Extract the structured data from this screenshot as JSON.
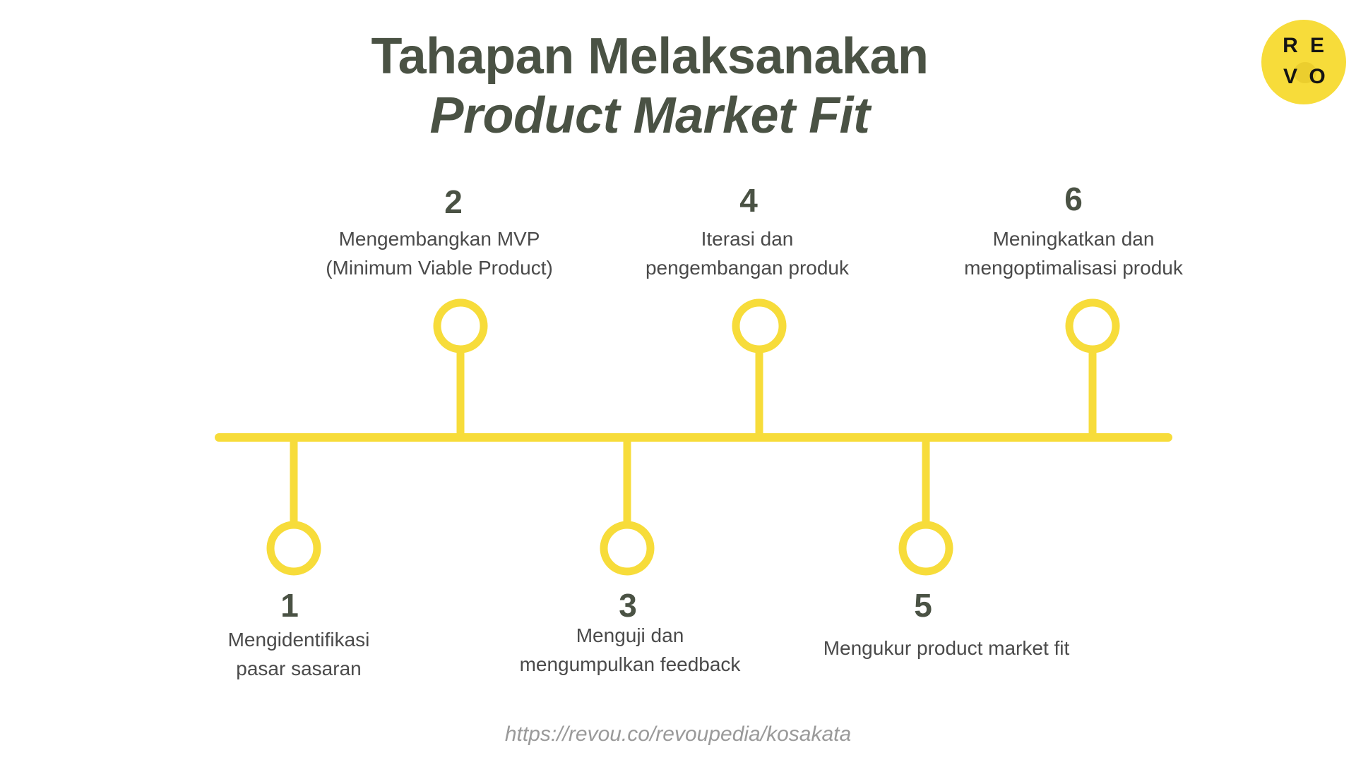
{
  "title": {
    "line1": "Tahapan Melaksanakan",
    "line2": "Product Market Fit"
  },
  "logo": {
    "letters": [
      "R",
      "E",
      "V",
      "O"
    ],
    "color": "#f7dc3a"
  },
  "colors": {
    "accent": "#f7dc3a",
    "heading": "#4a5244",
    "body_text": "#4a4a4a",
    "url_text": "#9a9a9a"
  },
  "steps": [
    {
      "number": "1",
      "text": "Mengidentifikasi\npasar sasaran",
      "position": "below"
    },
    {
      "number": "2",
      "text": "Mengembangkan MVP\n(Minimum Viable Product)",
      "position": "above"
    },
    {
      "number": "3",
      "text": "Menguji dan\nmengumpulkan feedback",
      "position": "below"
    },
    {
      "number": "4",
      "text": "Iterasi dan\npengembangan produk",
      "position": "above"
    },
    {
      "number": "5",
      "text": "Mengukur product market fit",
      "position": "below"
    },
    {
      "number": "6",
      "text": "Meningkatkan dan\nmengoptimalisasi produk",
      "position": "above"
    }
  ],
  "source_url": "https://revou.co/revoupedia/kosakata"
}
